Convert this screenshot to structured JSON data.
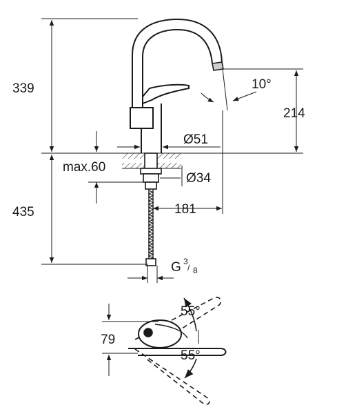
{
  "dimensions": {
    "overall_height": "339",
    "spout_height": "214",
    "spout_angle": "10°",
    "spout_diameter": "Ø51",
    "max_thickness": "max.60",
    "hole_diameter": "Ø34",
    "hose_length": "435",
    "reach": "181",
    "thread_prefix": "G",
    "thread_numerator": "3",
    "thread_denominator": "8",
    "lever_height": "79",
    "swivel_angle_top": "55°",
    "swivel_angle_bottom": "55°"
  },
  "colors": {
    "line": "#1a1a1a",
    "hatch": "#333333"
  }
}
